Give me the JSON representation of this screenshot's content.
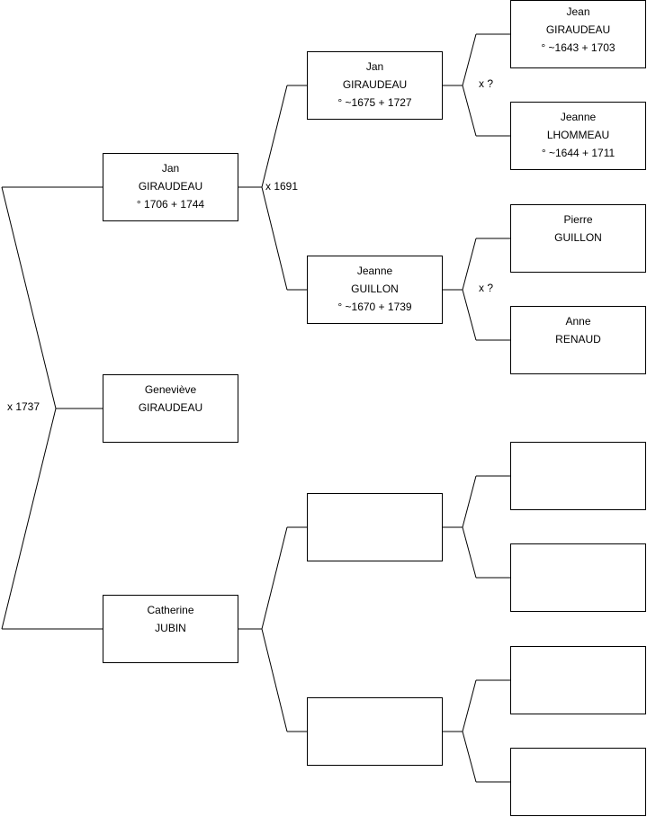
{
  "persons": {
    "p0": {
      "lines": [
        "Geneviève",
        "GIRAUDEAU"
      ]
    },
    "p1": {
      "lines": [
        "Jan",
        "GIRAUDEAU",
        "° 1706 + 1744"
      ]
    },
    "p2": {
      "lines": [
        "Catherine",
        "JUBIN"
      ]
    },
    "p3": {
      "lines": [
        "Jan",
        "GIRAUDEAU",
        "° ~1675 + 1727"
      ]
    },
    "p4": {
      "lines": [
        "Jeanne",
        "GUILLON",
        "° ~1670 + 1739"
      ]
    },
    "p5": {
      "lines": []
    },
    "p6": {
      "lines": []
    },
    "p7": {
      "lines": [
        "Jean",
        "GIRAUDEAU",
        "° ~1643 + 1703"
      ]
    },
    "p8": {
      "lines": [
        "Jeanne",
        "LHOMMEAU",
        "° ~1644 + 1711"
      ]
    },
    "p9": {
      "lines": [
        "Pierre",
        "GUILLON"
      ]
    },
    "p10": {
      "lines": [
        "Anne",
        "RENAUD"
      ]
    },
    "p11": {
      "lines": []
    },
    "p12": {
      "lines": []
    },
    "p13": {
      "lines": []
    },
    "p14": {
      "lines": []
    }
  },
  "marriages": {
    "m0": "x 1737",
    "m1": "x 1691",
    "m3": "x ?",
    "m4": "x ?"
  }
}
